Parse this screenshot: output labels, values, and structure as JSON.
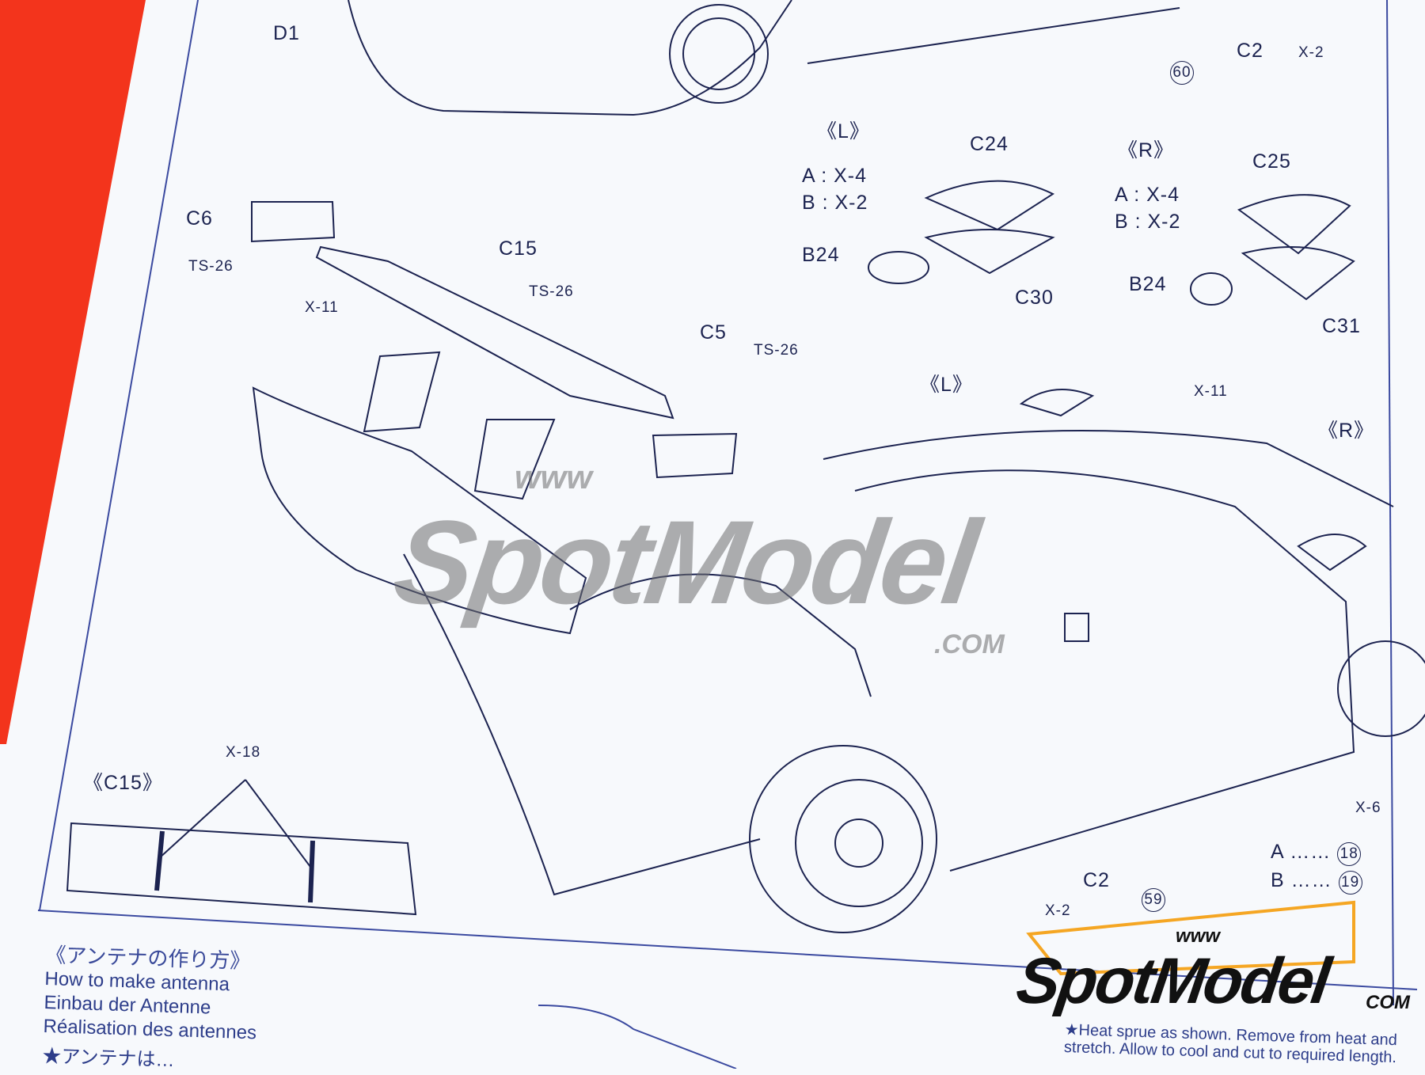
{
  "colors": {
    "page": "#f7f9fc",
    "ink": "#1c2350",
    "margin_strip": "#f3341c",
    "logo_accent": "#f5a623"
  },
  "labels": {
    "d1": "D1",
    "c2_top": "C2",
    "x2_top": "X-2",
    "step60": "60",
    "l_top": "《L》",
    "c24": "C24",
    "l_a": "A : X-4",
    "l_b": "B : X-2",
    "l_b24": "B24",
    "c30": "C30",
    "r_top": "《R》",
    "c25": "C25",
    "r_a": "A : X-4",
    "r_b": "B : X-2",
    "r_b24": "B24",
    "c31": "C31",
    "c6": "C6",
    "ts26_a": "TS-26",
    "c15": "C15",
    "x11_a": "X-11",
    "ts26_b": "TS-26",
    "c5": "C5",
    "ts26_c": "TS-26",
    "l_mid": "《L》",
    "x11_b": "X-11",
    "r_mid": "《R》",
    "x6": "X-6",
    "a_ref": "A ……",
    "a_step": "18",
    "b_ref": "B ……",
    "b_step": "19",
    "c2_bottom": "C2",
    "x2_bottom": "X-2",
    "step59": "59",
    "c15_detail": "《C15》",
    "x18": "X-18"
  },
  "antenna": {
    "title_jp": "《アンテナの作り方》",
    "lines": [
      "How to make antenna",
      "Einbau der Antenne",
      "Réalisation des antennes"
    ],
    "note_start": "★アンテナは…"
  },
  "note": "★Heat sprue as shown. Remove from heat and stretch. Allow to cool and cut to required length.",
  "watermark": {
    "www": "www",
    "name": "SpotModel",
    "com": ".COM"
  },
  "logo": {
    "www": "www",
    "name": "SpotModel",
    "com": "COM"
  }
}
